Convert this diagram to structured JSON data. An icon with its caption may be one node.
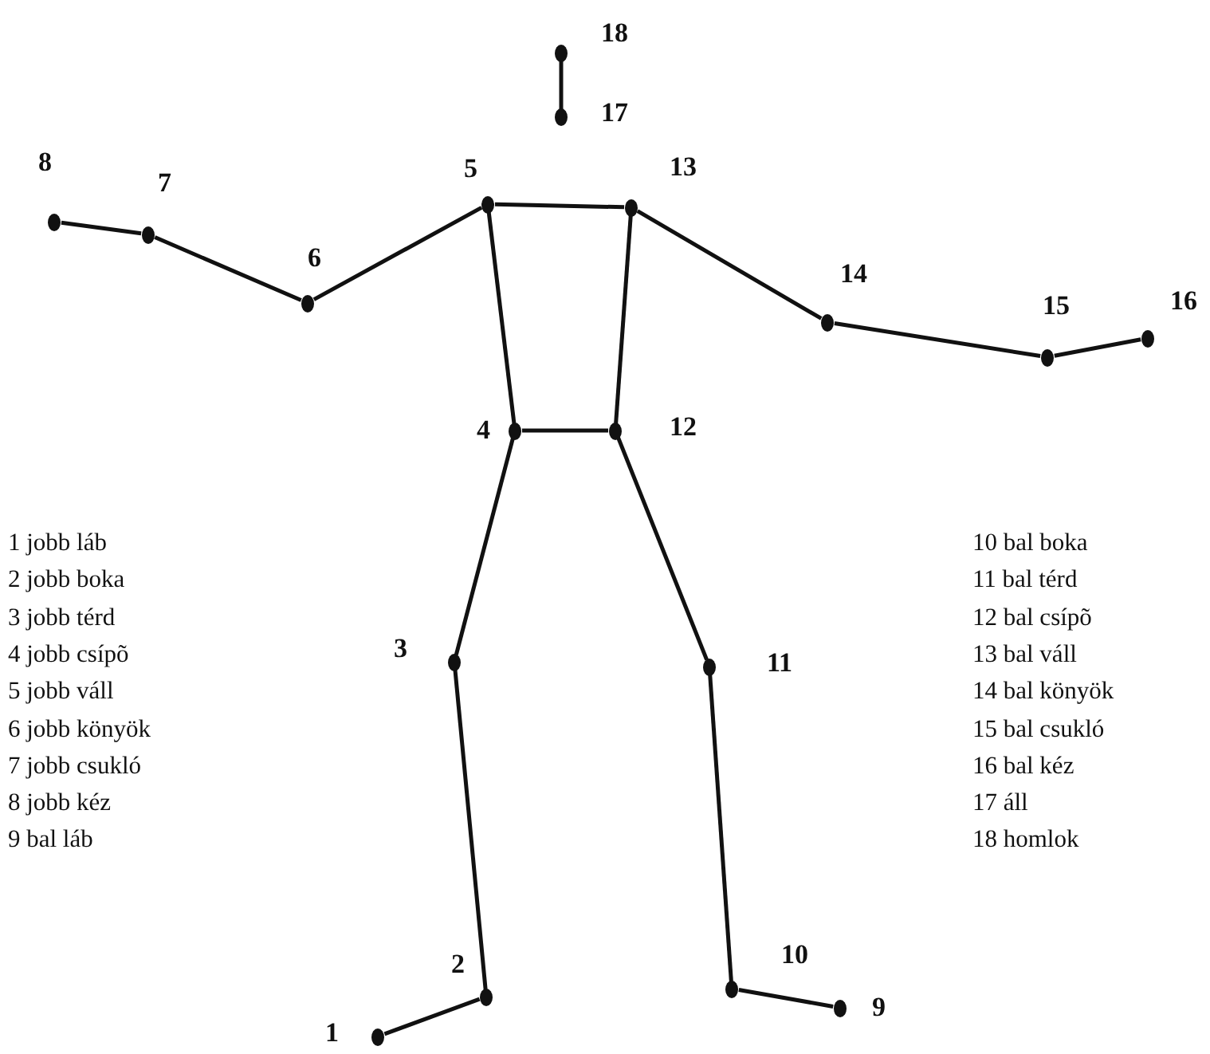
{
  "diagram": {
    "nodes": [
      {
        "text": [],
        "shape": "circle",
        "beside": [
          "1"
        ]
      },
      {
        "text": [],
        "shape": "circle",
        "beside": [
          "2"
        ]
      },
      {
        "text": [],
        "shape": "circle",
        "beside": [
          "3"
        ]
      },
      {
        "text": [],
        "shape": "circle",
        "beside": [
          "4"
        ]
      },
      {
        "text": [],
        "shape": "circle",
        "beside": [
          "5"
        ]
      },
      {
        "text": [],
        "shape": "circle",
        "beside": [
          "6"
        ]
      },
      {
        "text": [],
        "shape": "circle",
        "beside": [
          "7"
        ]
      },
      {
        "text": [],
        "shape": "circle",
        "beside": [
          "8"
        ]
      },
      {
        "text": [],
        "shape": "circle",
        "beside": [
          "9"
        ]
      },
      {
        "text": [],
        "shape": "circle",
        "beside": [
          "10"
        ]
      },
      {
        "text": [],
        "shape": "circle",
        "beside": [
          "11"
        ]
      },
      {
        "text": [],
        "shape": "circle",
        "beside": [
          "12"
        ]
      },
      {
        "text": [],
        "shape": "circle",
        "beside": [
          "13"
        ]
      },
      {
        "text": [],
        "shape": "circle",
        "beside": [
          "14"
        ]
      },
      {
        "text": [],
        "shape": "circle",
        "beside": [
          "15"
        ]
      },
      {
        "text": [],
        "shape": "circle",
        "beside": [
          "16"
        ]
      },
      {
        "text": [],
        "shape": "circle",
        "beside": [
          "17"
        ]
      },
      {
        "text": [],
        "shape": "circle",
        "beside": [
          "18"
        ]
      }
    ],
    "edges": [
      {
        "from": 0,
        "to": 1,
        "arrow": "none"
      },
      {
        "from": 1,
        "to": 2,
        "arrow": "none"
      },
      {
        "from": 2,
        "to": 3,
        "arrow": "none"
      },
      {
        "from": 3,
        "to": 4,
        "arrow": "none"
      },
      {
        "from": 4,
        "to": 5,
        "arrow": "none"
      },
      {
        "from": 5,
        "to": 6,
        "arrow": "none"
      },
      {
        "from": 6,
        "to": 7,
        "arrow": "none"
      },
      {
        "from": 4,
        "to": 12,
        "arrow": "none"
      },
      {
        "from": 3,
        "to": 11,
        "arrow": "none"
      },
      {
        "from": 12,
        "to": 11,
        "arrow": "none"
      },
      {
        "from": 11,
        "to": 10,
        "arrow": "none"
      },
      {
        "from": 10,
        "to": 9,
        "arrow": "none"
      },
      {
        "from": 9,
        "to": 8,
        "arrow": "none"
      },
      {
        "from": 12,
        "to": 13,
        "arrow": "none"
      },
      {
        "from": 13,
        "to": 14,
        "arrow": "none"
      },
      {
        "from": 14,
        "to": 15,
        "arrow": "none"
      },
      {
        "from": 16,
        "to": 17,
        "arrow": "none"
      }
    ],
    "labels": [
      "1 jobb láb",
      "2 jobb boka",
      "3 jobb térd",
      "4 jobb csípõ",
      "5 jobb váll",
      "6 jobb könyök",
      "7 jobb csukló",
      "8 jobb kéz",
      "9 bal láb",
      "10 bal boka",
      "11 bal térd",
      "12 bal csípõ",
      "13 bal váll",
      "14 bal könyök",
      "15 bal csukló",
      "16 bal kéz",
      "17 áll",
      "18 homlok"
    ]
  }
}
